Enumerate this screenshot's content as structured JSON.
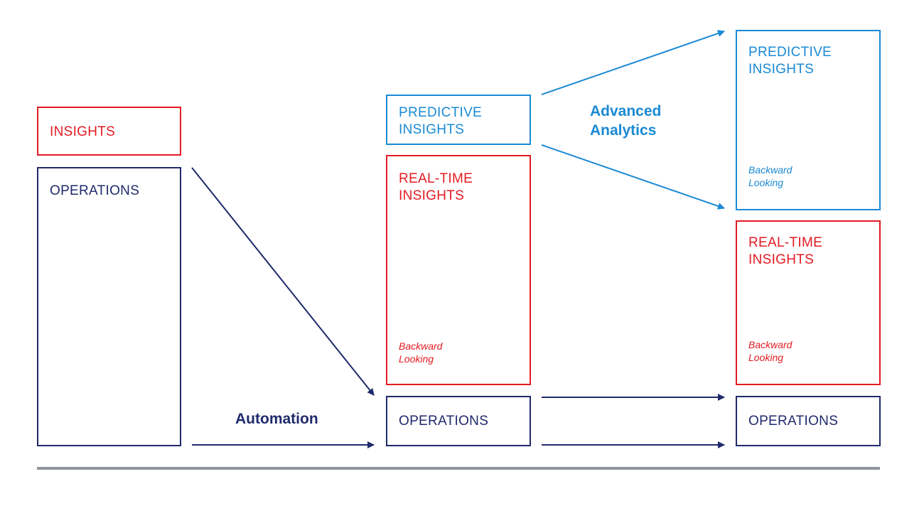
{
  "colors": {
    "red": "#e31b23",
    "navy": "#1f2a6b",
    "blue": "#1a8ad4",
    "divider": "#8f949b"
  },
  "stage1": {
    "insights": "INSIGHTS",
    "operations": "OPERATIONS"
  },
  "stage2": {
    "predictive": "PREDICTIVE\nINSIGHTS",
    "realtime": "REAL-TIME\nINSIGHTS",
    "realtime_note": "Backward\nLooking",
    "operations": "OPERATIONS"
  },
  "stage3": {
    "predictive": "PREDICTIVE\nINSIGHTS",
    "predictive_note": "Backward\nLooking",
    "realtime": "REAL-TIME\nINSIGHTS",
    "realtime_note": "Backward\nLooking",
    "operations": "OPERATIONS"
  },
  "labels": {
    "automation": "Automation",
    "advanced_analytics": "Advanced\nAnalytics"
  }
}
